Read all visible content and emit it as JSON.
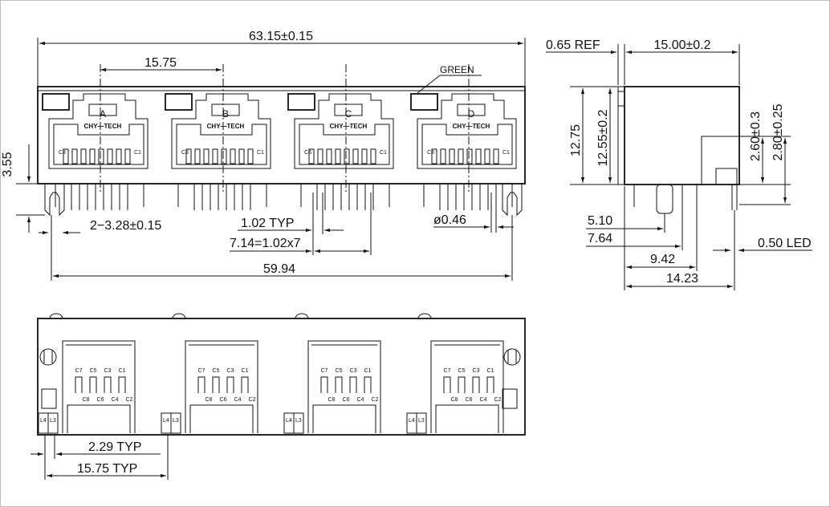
{
  "ports": [
    {
      "letter": "A",
      "brand": "CHY—TECH",
      "pin_left": "C8",
      "pin_right": "C1"
    },
    {
      "letter": "B",
      "brand": "CHY—TECH",
      "pin_left": "C8",
      "pin_right": "C1"
    },
    {
      "letter": "C",
      "brand": "CHY—TECH",
      "pin_left": "C8",
      "pin_right": "C1"
    },
    {
      "letter": "D",
      "brand": "CHY—TECH",
      "pin_left": "C8",
      "pin_right": "C1"
    }
  ],
  "front_dims": {
    "overall_width": "63.15±0.15",
    "pitch": "15.75",
    "green": "GREEN",
    "height_left": "3.55",
    "mount_holes": "2−3.28±0.15",
    "pin_pitch": "1.02 TYP",
    "pin_span": "7.14=1.02x7",
    "pin_dia": "ø0.46",
    "post_span": "59.94"
  },
  "side_dims": {
    "ref": "0.65 REF",
    "depth": "15.00±0.2",
    "h1": "12.75",
    "h2": "12.55±0.2",
    "h3": "2.60±0.3",
    "h4": "2.80±0.25",
    "d1": "5.10",
    "d2": "7.64",
    "d3": "9.42",
    "d4": "14.23",
    "led": "0.50 LED"
  },
  "bottom": {
    "pins_top": [
      "C7",
      "C5",
      "C3",
      "C1"
    ],
    "pins_bottom": [
      "C8",
      "C6",
      "C4",
      "C2"
    ],
    "led_left": "L4",
    "led_right": "L3",
    "led_typ": "2.29 TYP",
    "pitch_typ": "15.75 TYP"
  }
}
